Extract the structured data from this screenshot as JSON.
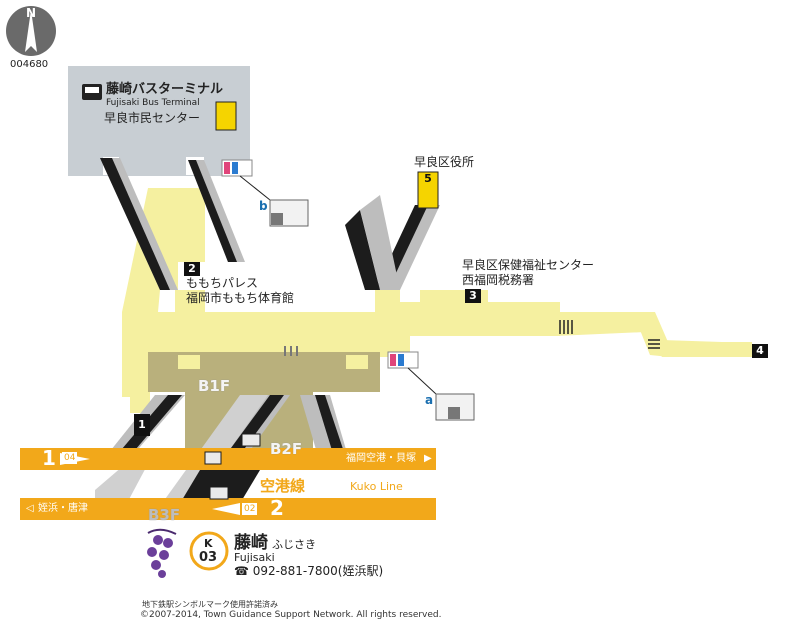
{
  "station_code": "004680",
  "station_badge": {
    "letter": "K",
    "number": "03"
  },
  "station": {
    "name_jp": "藤崎",
    "kana": "ふじさき",
    "name_en": "Fujisaki",
    "phone": "☎ 092-881-7800(姪浜駅)"
  },
  "bus_terminal": {
    "name_jp": "藤崎バスターミナル",
    "name_en": "Fujisaki Bus Terminal"
  },
  "labels": {
    "citizen_center": "早良市民センター",
    "ward_office": "早良区役所",
    "health_center": "早良区保健福祉センター",
    "tax_office": "西福岡税務署",
    "momochi_palace": "ももちパレス",
    "gym": "福岡市ももち体育館",
    "line_jp": "空港線",
    "line_en": "Kuko Line"
  },
  "exits": [
    {
      "id": "1",
      "label": "1"
    },
    {
      "id": "2",
      "label": "2"
    },
    {
      "id": "3",
      "label": "3"
    },
    {
      "id": "4",
      "label": "4"
    },
    {
      "id": "5",
      "label": "5"
    }
  ],
  "floors": {
    "b1": "B1F",
    "b2": "B2F",
    "b3": "B3F"
  },
  "platforms": {
    "track1": {
      "number": "1",
      "code": "04",
      "direction": "福岡空港・貝塚"
    },
    "track2": {
      "number": "2",
      "code": "02",
      "direction": "姪浜・唐津"
    }
  },
  "facility_groups": {
    "a": "a",
    "b": "b"
  },
  "footer": {
    "permission": "地下鉄駅シンボルマーク使用許諾済み",
    "copyright": "©2007-2014, Town Guidance Support Network. All rights reserved."
  },
  "compass": "N",
  "colors": {
    "concourse": "#f5f0a0",
    "platform": "#f2a81a",
    "b2_floor": "#b9b07c",
    "building": "#c8ced3",
    "stairs_dark": "#1c1c1c",
    "stairs_light": "#bdbdbd",
    "elevator": "#f5d400",
    "toilet_female": "#e0457a",
    "toilet_male": "#2b7bd0"
  },
  "icons": [
    "compass-icon",
    "bus-icon",
    "elevator-icon",
    "toilet-icon",
    "wheelchair-icon",
    "escalator-icon",
    "fujisaki-wisteria-icon",
    "phone-icon"
  ]
}
